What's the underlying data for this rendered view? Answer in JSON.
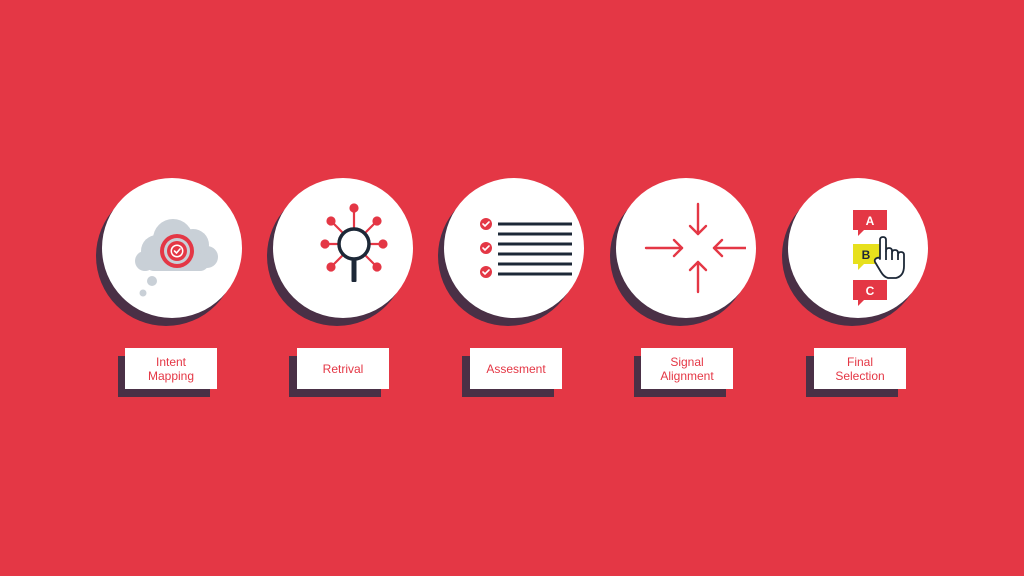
{
  "colors": {
    "background": "#e43745",
    "shadow": "#4a3046",
    "accent": "#e43745",
    "icon_dark": "#1d2837",
    "cloud": "#c9d0d7",
    "highlight": "#e7e01d"
  },
  "steps": [
    {
      "label": "Intent\nMapping",
      "icon": "thought-cloud-target-icon"
    },
    {
      "label": "Retrival",
      "icon": "magnifier-network-icon"
    },
    {
      "label": "Assesment",
      "icon": "checklist-icon"
    },
    {
      "label": "Signal\nAlignment",
      "icon": "converging-arrows-icon"
    },
    {
      "label": "Final\nSelection",
      "icon": "abc-choice-pointer-icon"
    }
  ],
  "choices": [
    "A",
    "B",
    "C"
  ]
}
